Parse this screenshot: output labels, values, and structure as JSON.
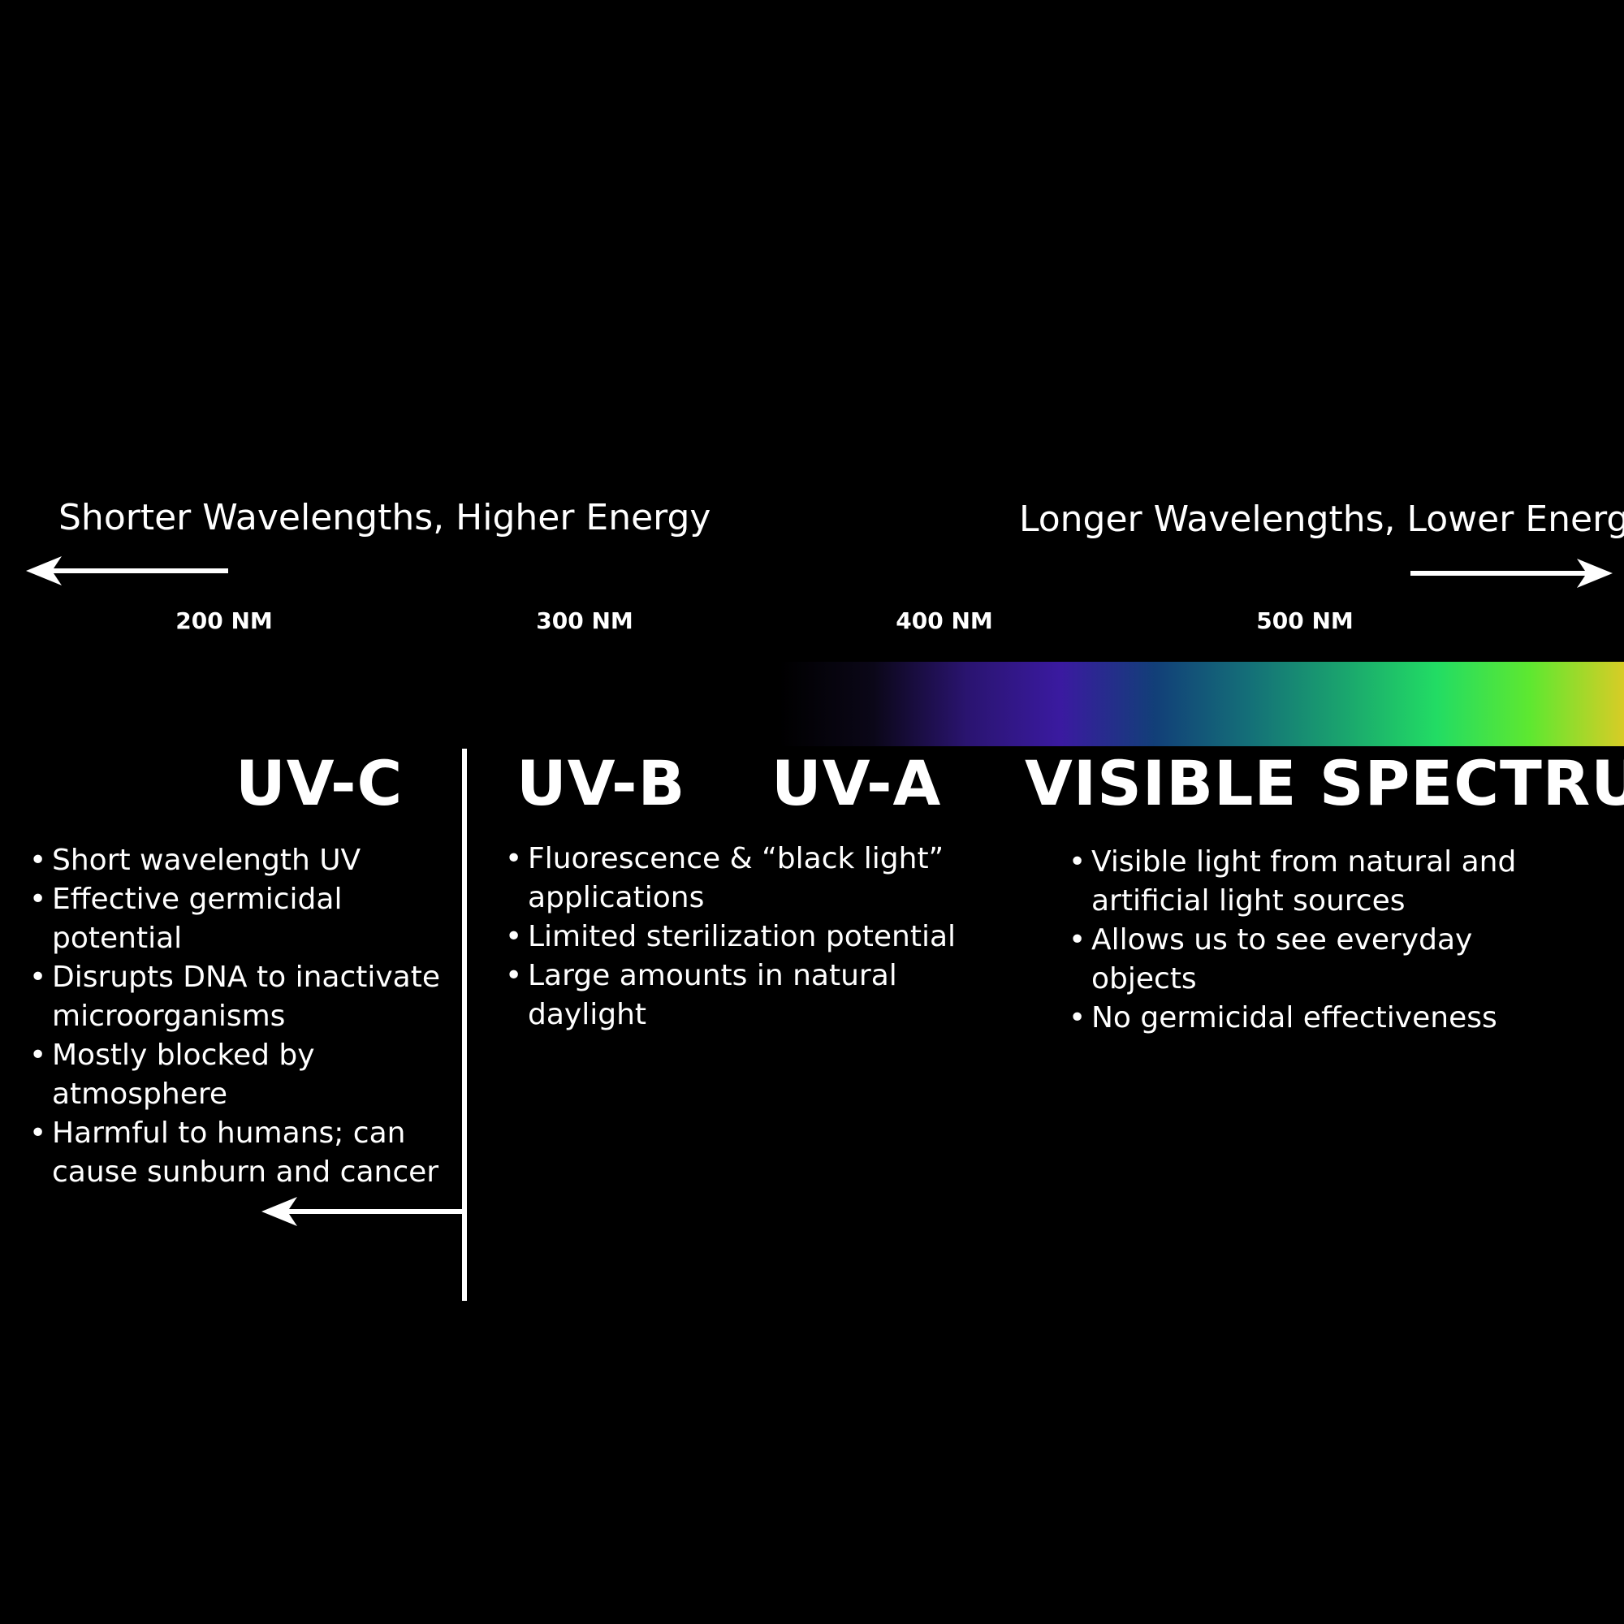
{
  "direction_left": {
    "label": "Shorter Wavelengths, Higher Energy",
    "icon": "arrow-left-icon"
  },
  "direction_right": {
    "label": "Longer Wavelengths, Lower Energy",
    "icon": "arrow-right-icon"
  },
  "ticks": [
    "200 NM",
    "300 NM",
    "400 NM",
    "500 NM"
  ],
  "spectrum_colors": [
    "#000000",
    "#0b0718",
    "#2a1470",
    "#3a1aa0",
    "#123f78",
    "#146f78",
    "#1aa46e",
    "#22dc64",
    "#5ee830",
    "#d8cc26"
  ],
  "bands": {
    "uvc": {
      "title": "UV-C",
      "notes": [
        "Short wavelength UV",
        "Effective germicidal potential",
        "Disrupts DNA to inactivate microorganisms",
        "Mostly blocked by atmosphere",
        "Harmful to humans; can cause sunburn and cancer"
      ]
    },
    "uvb": {
      "title": "UV-B",
      "notes": [
        "Fluorescence & “black light” applications",
        "Limited sterilization potential",
        "Large amounts in natural daylight"
      ]
    },
    "uva": {
      "title": "UV-A"
    },
    "visible": {
      "title": "VISIBLE SPECTRUM",
      "notes": [
        "Visible light from natural and artificial light sources",
        "Allows us to see everyday objects",
        "No germicidal effectiveness"
      ]
    }
  }
}
